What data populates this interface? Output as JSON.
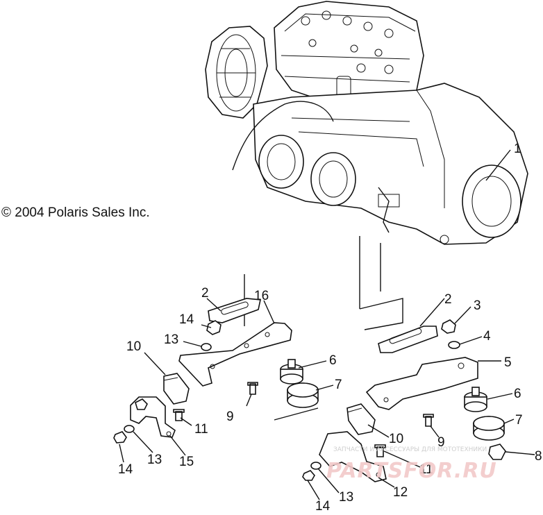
{
  "copyright": "© 2004 Polaris Sales Inc.",
  "callouts": {
    "c1": "1",
    "c2a": "2",
    "c2b": "2",
    "c3": "3",
    "c4": "4",
    "c5": "5",
    "c6a": "6",
    "c6b": "6",
    "c7a": "7",
    "c7b": "7",
    "c8": "8",
    "c9a": "9",
    "c9b": "9",
    "c10a": "10",
    "c10b": "10",
    "c11a": "11",
    "c11b": "11",
    "c12": "12",
    "c13a": "13",
    "c13b": "13",
    "c13c": "13",
    "c14a": "14",
    "c14b": "14",
    "c14c": "14",
    "c15": "15",
    "c16": "16"
  },
  "watermark": {
    "caption": "ЗАПЧАСТИ И АКСЕССУАРЫ ДЛЯ МОТОТЕХНИКИ",
    "logo": "PARTSFOR.RU"
  }
}
